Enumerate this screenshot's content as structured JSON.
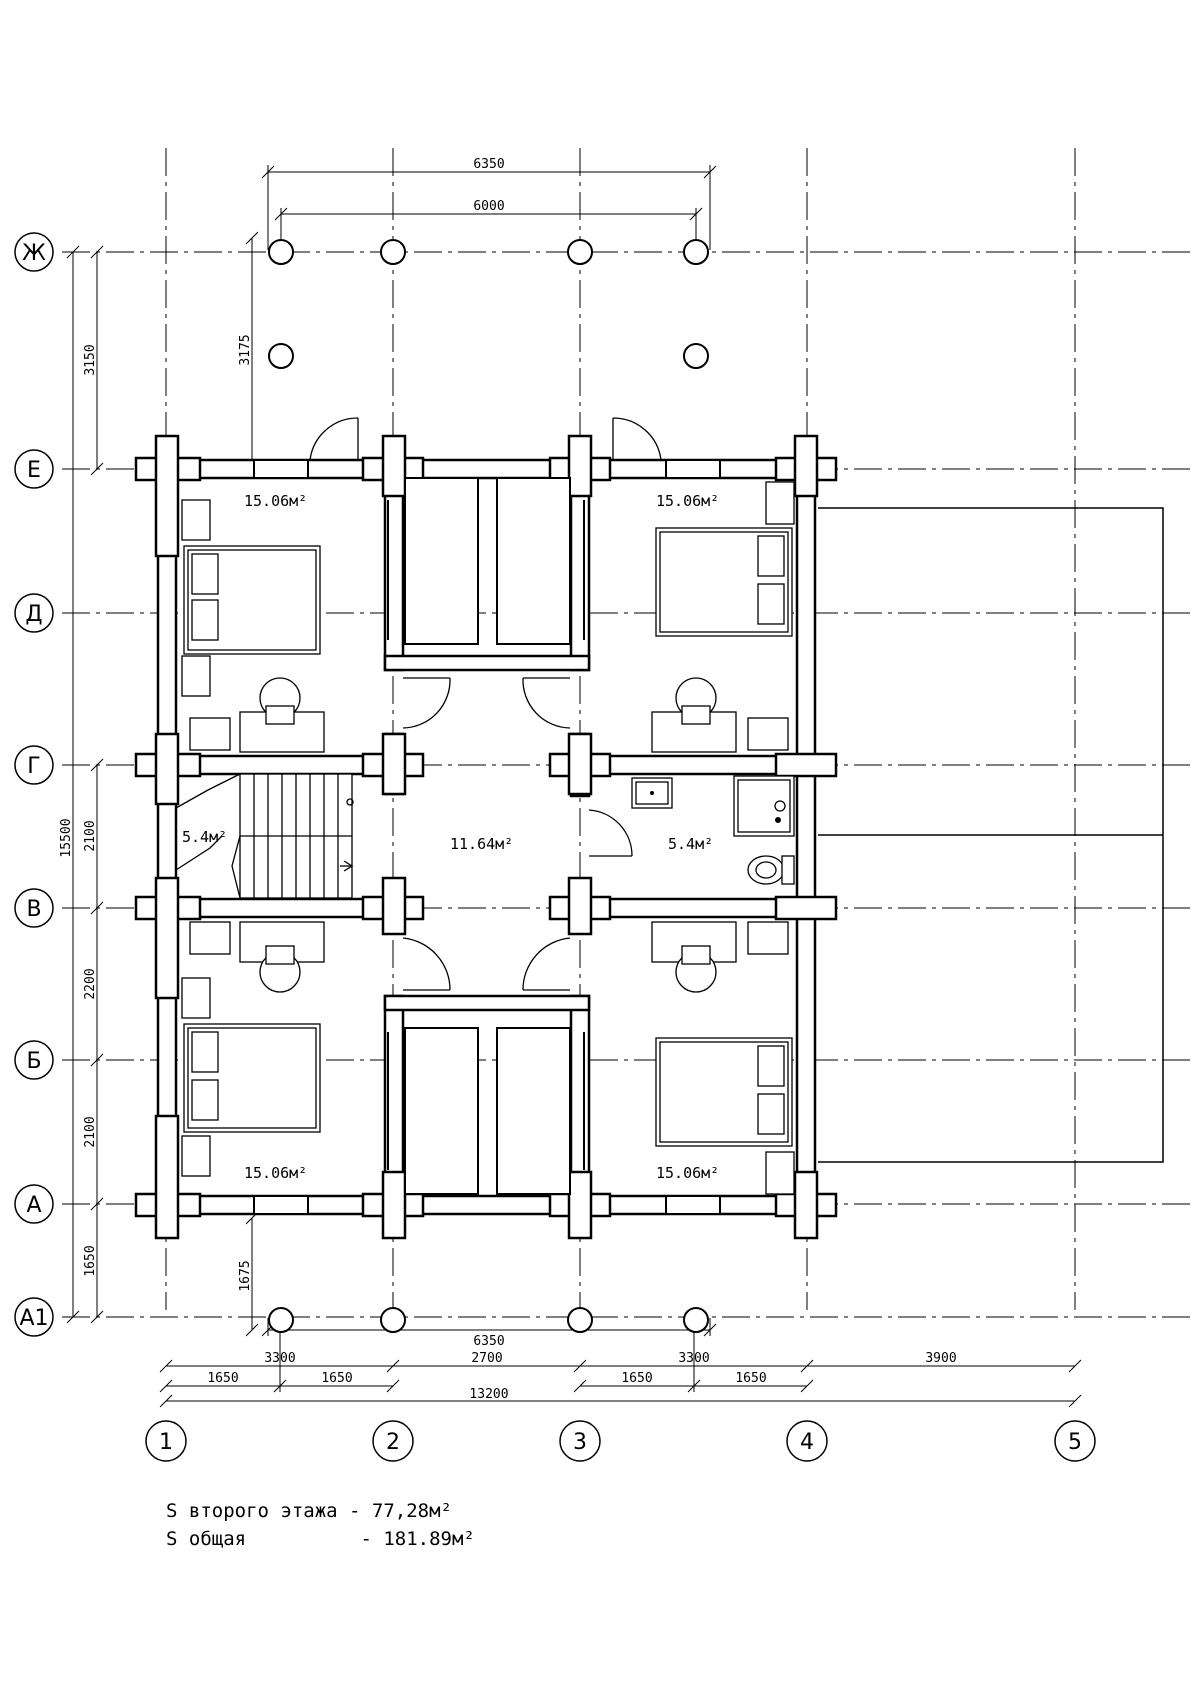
{
  "row_axes": [
    "Ж",
    "Е",
    "Д",
    "Г",
    "В",
    "Б",
    "А",
    "А1"
  ],
  "col_axes": [
    "1",
    "2",
    "3",
    "4",
    "5"
  ],
  "dimensions": {
    "top_outer": "6350",
    "top_inner": "6000",
    "left_top": "3150",
    "porch_top": "3175",
    "left_total": "15500",
    "left_2100a": "2100",
    "left_2200": "2200",
    "left_2100b": "2100",
    "left_1650": "1650",
    "porch_bottom": "1675",
    "bottom_6350": "6350",
    "b_3300a": "3300",
    "b_2700": "2700",
    "b_3300b": "3300",
    "b_3900": "3900",
    "b_1650a": "1650",
    "b_1650b": "1650",
    "b_1650c": "1650",
    "b_1650d": "1650",
    "b_total": "13200"
  },
  "rooms": {
    "bedroom_tl": "15.06м²",
    "bedroom_tr": "15.06м²",
    "bedroom_bl": "15.06м²",
    "bedroom_br": "15.06м²",
    "hall": "11.64м²",
    "stair": "5.4м²",
    "bath": "5.4м²"
  },
  "summary": {
    "line1": "S второго этажа - 77,28м²",
    "line2": "S общая          - 181.89м²"
  }
}
